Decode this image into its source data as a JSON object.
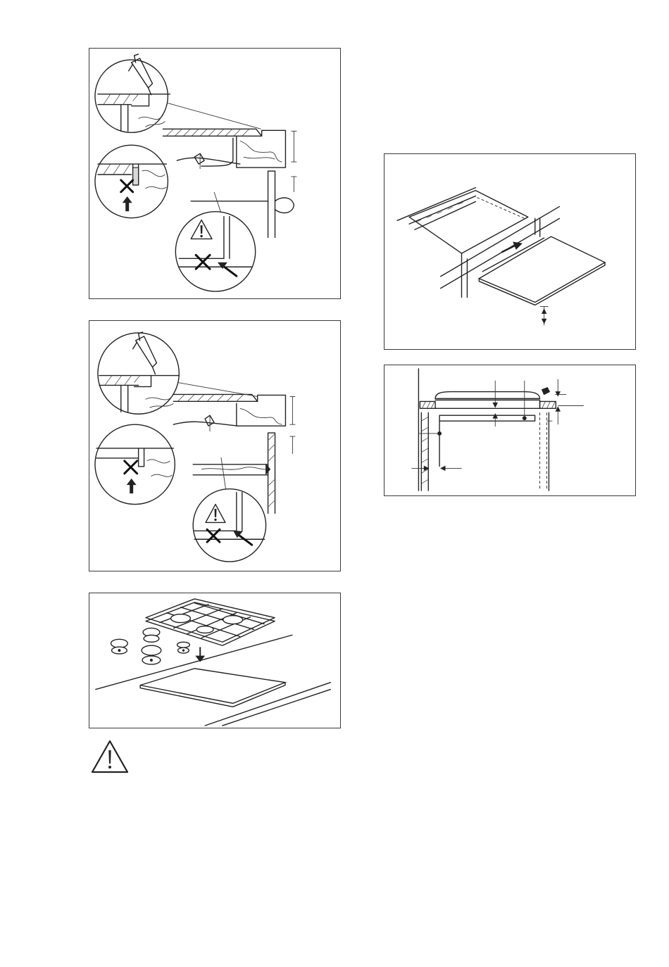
{
  "page": {
    "background": "#ffffff",
    "line_color": "#222222"
  },
  "figures": [
    {
      "id": "sealing-detail-with-support-bar",
      "icons": [
        "sealant-gun-icon",
        "warning-triangle-icon",
        "cross-mark-icon",
        "up-arrow-icon",
        "diagonal-arrow-icon"
      ]
    },
    {
      "id": "sealing-detail-with-panel",
      "icons": [
        "sealant-gun-icon",
        "warning-triangle-icon",
        "cross-mark-icon",
        "up-arrow-icon",
        "diagonal-arrow-icon"
      ]
    },
    {
      "id": "hob-grid-and-worktop",
      "icons": [
        "down-arrow-icon"
      ]
    },
    {
      "id": "worktop-cutout-with-panel",
      "icons": [
        "right-arrow-icon"
      ]
    },
    {
      "id": "cross-section-clearances",
      "icons": [
        "dimension-arrow-icon"
      ]
    }
  ],
  "standalone_warning": {
    "icon": "warning-triangle-icon"
  }
}
